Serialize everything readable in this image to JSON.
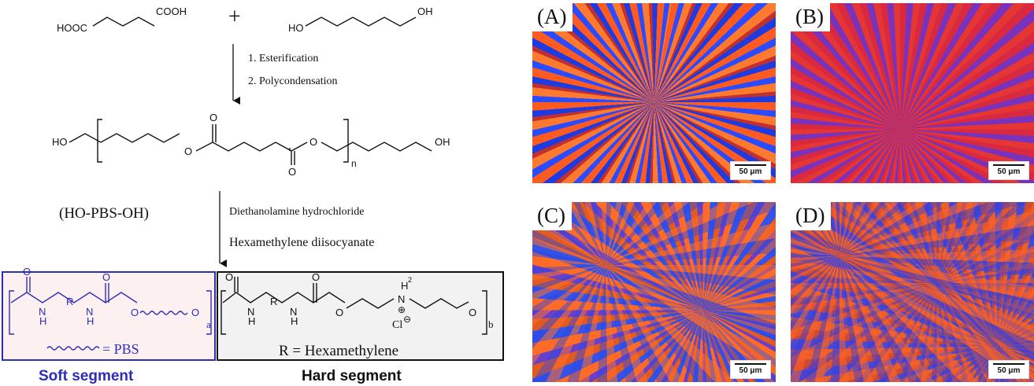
{
  "scheme": {
    "reactant_acid": {
      "left_group": "HOOC",
      "right_group": "COOH"
    },
    "plus_sign": "+",
    "reactant_diol": {
      "left_group": "HO",
      "right_group": "OH"
    },
    "step1": "1. Esterification",
    "step2": "2. Polycondensation",
    "prepolymer": {
      "left_oh": "HO",
      "right_oh": "OH",
      "o1": "O",
      "o2": "O",
      "o3": "O",
      "o4": "O",
      "n": "n"
    },
    "prepolymer_label": "(HO-PBS-OH)",
    "reagent1": "Diethanolamine hydrochloride",
    "reagent2": "Hexamethylene diisocyanate",
    "soft": {
      "o_carbonyl1": "O",
      "o_carbonyl2": "O",
      "n1": "N",
      "h1": "H",
      "r": "R",
      "n2": "N",
      "h2": "H",
      "o_ester": "O",
      "o_end": "O",
      "sub_a": "a",
      "legend": "= PBS",
      "title": "Soft segment"
    },
    "hard": {
      "o_carbonyl1": "O",
      "o_carbonyl2": "O",
      "n1": "N",
      "h1": "H",
      "r": "R",
      "n2": "N",
      "h2": "H",
      "o_ester": "O",
      "nh2": "N",
      "h2_label": "H",
      "h2_sub": "2",
      "charge_plus": "⊕",
      "chloride": "Cl",
      "charge_minus": "⊖",
      "o_end": "O",
      "sub_b": "b",
      "legend": "R = Hexamethylene",
      "title": "Hard segment"
    },
    "colors": {
      "soft": "#2d2dbd",
      "soft_fill": "#fdf0f0",
      "hard_fill": "#f2f2f2",
      "black": "#111111"
    }
  },
  "micrographs": [
    {
      "label": "(A)",
      "scale": "50 μm"
    },
    {
      "label": "(B)",
      "scale": "50 μm"
    },
    {
      "label": "(C)",
      "scale": "50 μm"
    },
    {
      "label": "(D)",
      "scale": "50 μm"
    }
  ]
}
